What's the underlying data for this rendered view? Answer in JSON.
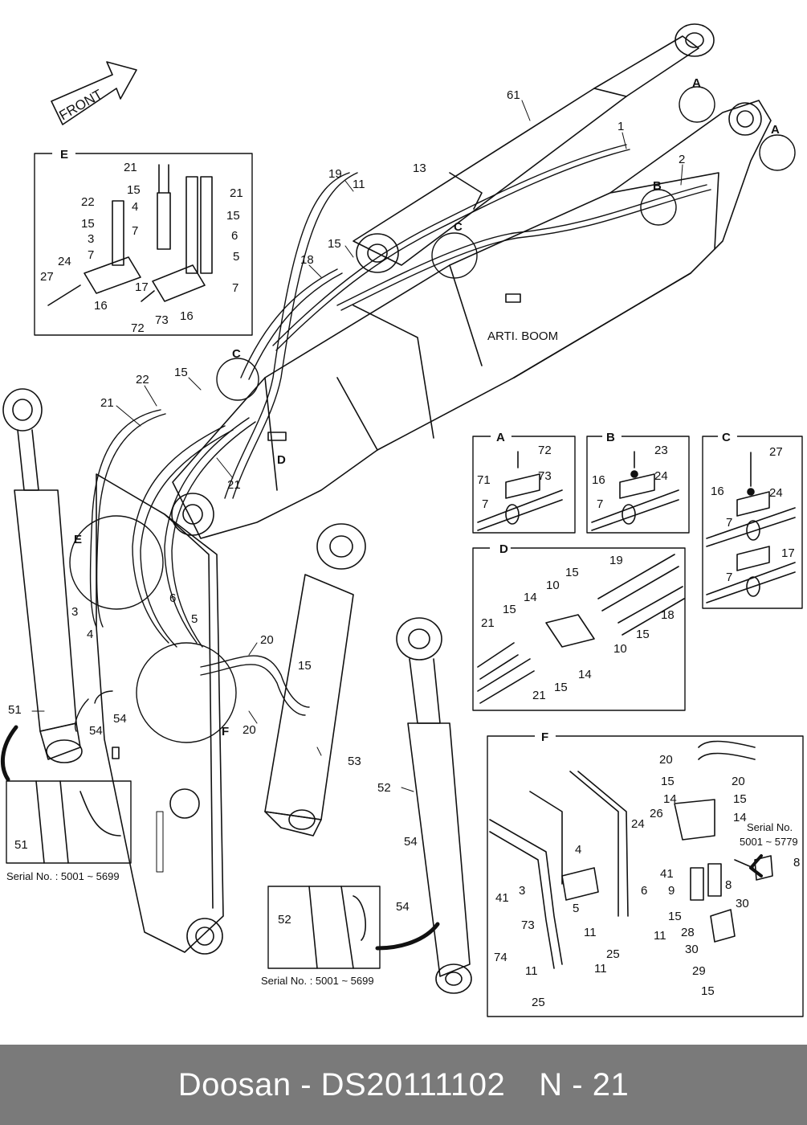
{
  "labels": {
    "front": "FRONT",
    "arti_boom": "ARTI. BOOM",
    "serial_51": "Serial No. : 5001 ~ 5699",
    "serial_52": "Serial No. : 5001 ~ 5699",
    "serial_f_line1": "Serial No.",
    "serial_f_line2": "5001 ~ 5779"
  },
  "detail_titles": {
    "A": "A",
    "B": "B",
    "C": "C",
    "D": "D",
    "E": "E",
    "F": "F"
  },
  "callouts": {
    "n1": "1",
    "n2": "2",
    "n3": "3",
    "n4": "4",
    "n5": "5",
    "n6": "6",
    "n7": "7",
    "n8": "8",
    "n9": "9",
    "n10": "10",
    "n11": "11",
    "n13": "13",
    "n14": "14",
    "n15": "15",
    "n16": "16",
    "n17": "17",
    "n18": "18",
    "n19": "19",
    "n20": "20",
    "n21": "21",
    "n22": "22",
    "n23": "23",
    "n24": "24",
    "n25": "25",
    "n26": "26",
    "n27": "27",
    "n28": "28",
    "n29": "29",
    "n30": "30",
    "n41": "41",
    "n51": "51",
    "n52": "52",
    "n53": "53",
    "n54": "54",
    "n61": "61",
    "n71": "71",
    "n72": "72",
    "n73": "73",
    "n74": "74",
    "A": "A",
    "B": "B",
    "C": "C",
    "D": "D",
    "E": "E",
    "F": "F"
  },
  "footer": {
    "brand": "Doosan - DS20111102",
    "page": "N - 21"
  }
}
